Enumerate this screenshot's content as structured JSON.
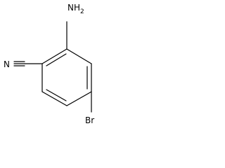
{
  "molecule": {
    "atoms": {
      "amine": {
        "symbol": "NH",
        "subscript": "2"
      },
      "nitrile": {
        "symbol": "N"
      },
      "bromine": {
        "symbol": "Br"
      }
    }
  }
}
